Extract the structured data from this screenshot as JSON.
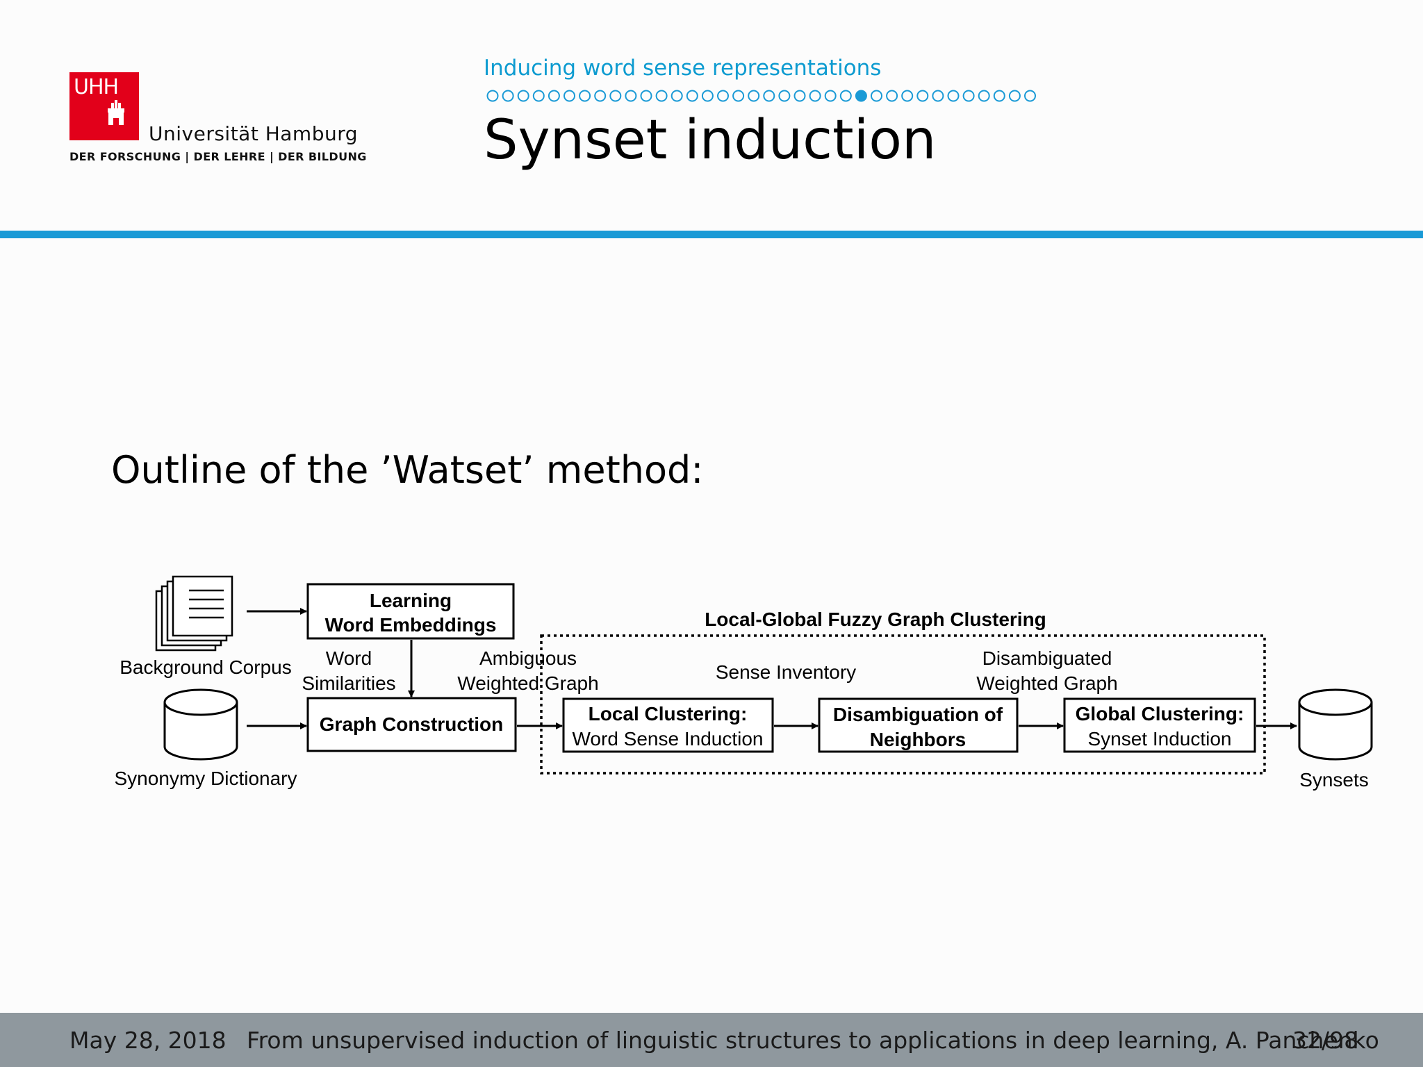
{
  "logo": {
    "mark": "UHH",
    "name": "Universität Hamburg",
    "motto": "DER FORSCHUNG | DER LEHRE | DER BILDUNG"
  },
  "header": {
    "section": "Inducing word sense representations",
    "progress": {
      "total": 36,
      "current": 25
    },
    "title": "Synset induction"
  },
  "body": {
    "outline": "Outline of the ’Watset’ method:"
  },
  "diagram": {
    "cluster_title": "Local-Global Fuzzy Graph Clustering",
    "inputs": {
      "background_corpus": "Background Corpus",
      "synonymy_dictionary": "Synonymy Dictionary"
    },
    "boxes": {
      "learning_line1": "Learning",
      "learning_line2": "Word Embeddings",
      "graph_construction": "Graph Construction",
      "local_line1": "Local Clustering:",
      "local_line2": "Word Sense Induction",
      "disamb_line1": "Disambiguation of",
      "disamb_line2": "Neighbors",
      "global_line1": "Global Clustering:",
      "global_line2": "Synset Induction"
    },
    "edges": {
      "word_sim_line1": "Word",
      "word_sim_line2": "Similarities",
      "ambiguous_line1": "Ambiguous",
      "ambiguous_line2": "Weighted Graph",
      "sense_inventory": "Sense Inventory",
      "disamb_graph_line1": "Disambiguated",
      "disamb_graph_line2": "Weighted Graph"
    },
    "output": "Synsets"
  },
  "footer": {
    "date": "May 28, 2018",
    "title": "From unsupervised induction of linguistic structures to applications in deep learning, A. Panchenko",
    "page": "32/98"
  },
  "colors": {
    "brand_red": "#e2001a",
    "accent_blue": "#1a9ad6",
    "footer_gray": "#8f989e"
  }
}
